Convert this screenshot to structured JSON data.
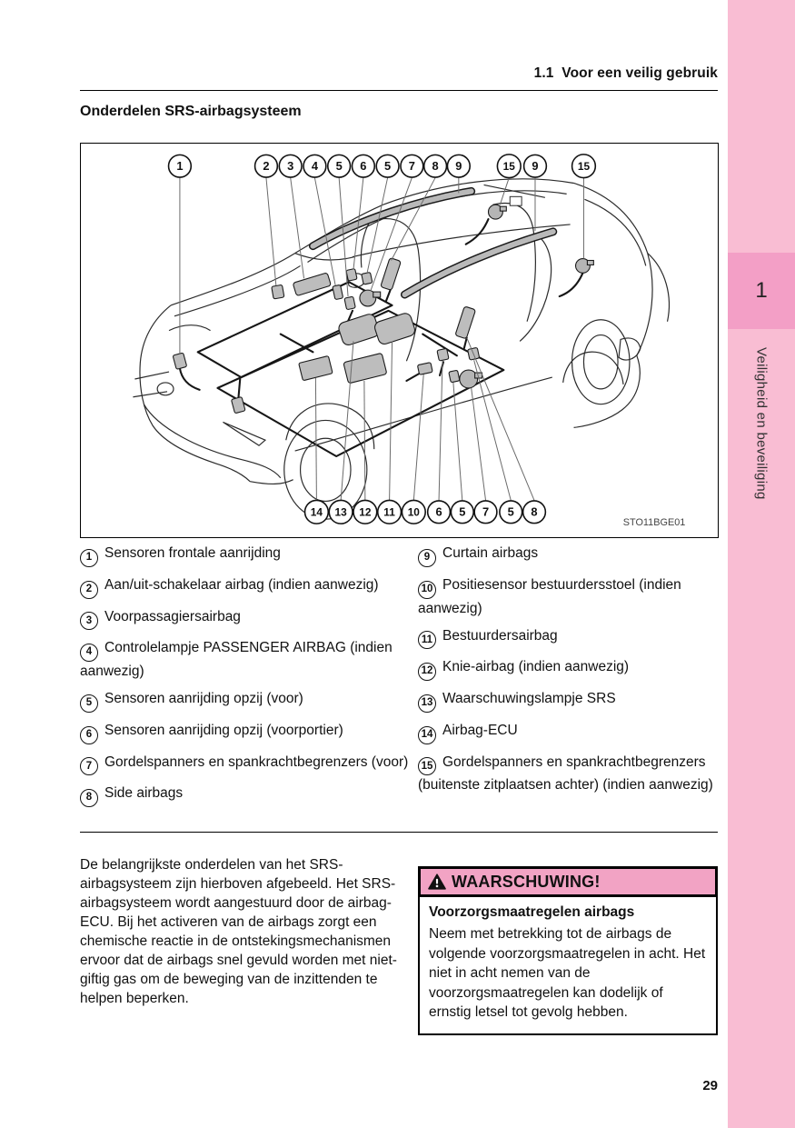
{
  "page": {
    "header": "1.1  Voor een veilig gebruik",
    "title": "Onderdelen SRS-airbagsysteem",
    "page_number": "29"
  },
  "sidebar": {
    "chapter_number": "1",
    "chapter_title": "Veiligheid en beveiliging",
    "strip_color": "#f9bdd3",
    "tab_color": "#f39fc6"
  },
  "figure": {
    "code": "STO11BGE01",
    "top_callouts": [
      "1",
      "2",
      "3",
      "4",
      "5",
      "6",
      "5",
      "7",
      "8",
      "9",
      "15",
      "9",
      "15"
    ],
    "bottom_callouts": [
      "14",
      "13",
      "12",
      "11",
      "10",
      "6",
      "5",
      "7",
      "5",
      "8"
    ]
  },
  "legend": {
    "left": [
      {
        "num": "1",
        "label": "Sensoren frontale aanrijding"
      },
      {
        "num": "2",
        "label": "Aan/uit-schakelaar airbag (indien aanwezig)"
      },
      {
        "num": "3",
        "label": "Voorpassagiersairbag"
      },
      {
        "num": "4",
        "label": "Controlelampje PASSENGER AIRBAG (indien aanwezig)"
      },
      {
        "num": "5",
        "label": "Sensoren aanrijding opzij (voor)"
      },
      {
        "num": "6",
        "label": "Sensoren aanrijding opzij (voorportier)"
      },
      {
        "num": "7",
        "label": "Gordelspanners en spankrachtbegrenzers (voor)"
      },
      {
        "num": "8",
        "label": "Side airbags"
      }
    ],
    "right": [
      {
        "num": "9",
        "label": "Curtain airbags"
      },
      {
        "num": "10",
        "label": "Positiesensor bestuurdersstoel (indien aanwezig)"
      },
      {
        "num": "11",
        "label": "Bestuurdersairbag"
      },
      {
        "num": "12",
        "label": "Knie-airbag (indien aanwezig)"
      },
      {
        "num": "13",
        "label": "Waarschuwingslampje SRS"
      },
      {
        "num": "14",
        "label": "Airbag-ECU"
      },
      {
        "num": "15",
        "label": "Gordelspanners en spankrachtbegrenzers (buitenste zitplaatsen achter) (indien aanwezig)"
      }
    ]
  },
  "body_text": "De belangrijkste onderdelen van het SRS-airbagsysteem zijn hierboven afgebeeld. Het SRS-airbagsysteem wordt aangestuurd door de airbag-ECU. Bij het activeren van de airbags zorgt een chemische reactie in de ontstekingsmechanismen ervoor dat de airbags snel gevuld worden met niet-giftig gas om de beweging van de inzittenden te helpen beperken.",
  "warning": {
    "title": "WAARSCHUWING!",
    "heading": "Voorzorgsmaatregelen airbags",
    "text": "Neem met betrekking tot de airbags de volgende voorzorgsmaatregelen in acht. Het niet in acht nemen van de voorzorgsmaatregelen kan dodelijk of ernstig letsel tot gevolg hebben.",
    "header_color": "#f2a3c4"
  }
}
